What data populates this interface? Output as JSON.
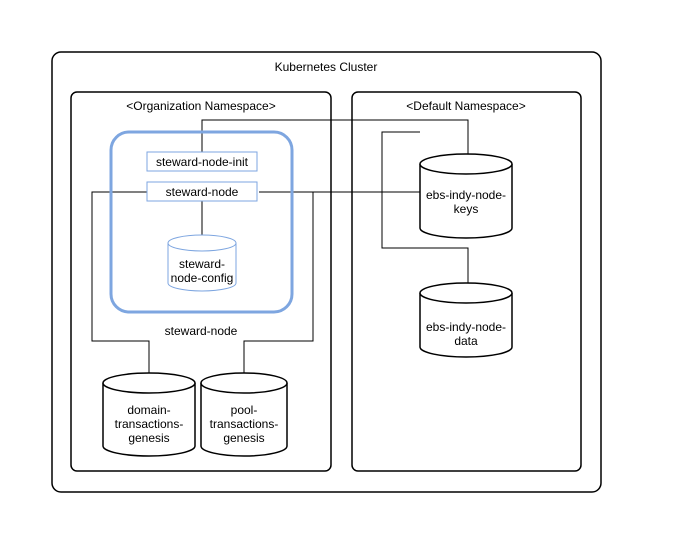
{
  "cluster": {
    "title": "Kubernetes Cluster"
  },
  "org_namespace": {
    "title": "<Organization Namespace>",
    "pod_label": "steward-node",
    "containers": {
      "init": "steward-node-init",
      "main": "steward-node"
    },
    "config_volume": {
      "line1": "steward-",
      "line2": "node-config"
    },
    "volumes": [
      {
        "line1": "domain-",
        "line2": "transactions-",
        "line3": "genesis"
      },
      {
        "line1": "pool-",
        "line2": "transactions-",
        "line3": "genesis"
      }
    ]
  },
  "default_namespace": {
    "title": "<Default Namespace>",
    "volumes": [
      {
        "line1": "ebs-indy-node-",
        "line2": "keys"
      },
      {
        "line1": "ebs-indy-node-",
        "line2": "data"
      }
    ]
  },
  "colors": {
    "pod_highlight": "#7ea6e0",
    "stroke": "#000000",
    "background": "#ffffff"
  }
}
